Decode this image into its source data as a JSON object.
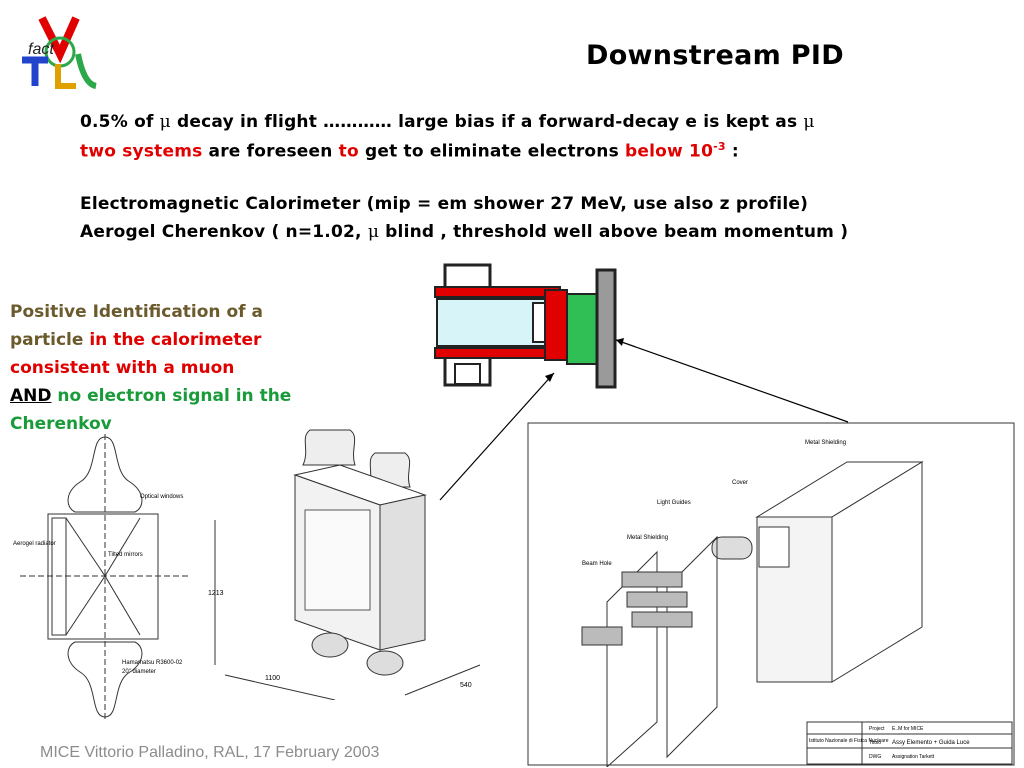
{
  "title": "Downstream PID",
  "logo": {
    "text": "fact"
  },
  "lines": {
    "l1": {
      "a": "0.5% of ",
      "mu": "μ",
      "b": " decay in flight ………… large bias if a forward-decay e is kept as ",
      "mu2": "μ"
    },
    "l2": {
      "a": "two systems",
      "b": " are foreseen ",
      "c": "to",
      "d": " get to eliminate electrons ",
      "e": "below 10",
      "sup": "-3",
      "f": "  :"
    },
    "l3": "Electromagnetic Calorimeter (mip = em shower 27 MeV, use also z profile)",
    "l4": {
      "a": "Aerogel Cherenkov ( n=1.02, ",
      "mu": "μ",
      "b": " blind , threshold well above beam momentum )"
    }
  },
  "side": {
    "p1": "Positive Identification of a particle ",
    "p2": "in the calorimeter consistent with a muon",
    "p3": "AND",
    "p4": " no electron signal in the Cherenkov"
  },
  "drawing_left": {
    "optical_windows": "Optical windows",
    "aerogel_radiator": "Aerogel radiator",
    "tilted_mirrors": "Tilted mirrors",
    "pmt1": "Hamamatsu R3600-02",
    "pmt2": "20\" diameter"
  },
  "drawing_mid": {
    "dim1": "1213",
    "dim2": "1100",
    "dim3": "540"
  },
  "drawing_right": {
    "metal_shielding_top": "Metal Shielding",
    "cover": "Cover",
    "light_guides": "Light Guides",
    "metal_shielding": "Metal Shielding",
    "beam_hole": "Beam Hole",
    "tb_project": "Project",
    "tb_project_val": "E..M for MICE",
    "tb_institute": "Istituto Nazionale di Fisica Nucleare",
    "tb_title": "Titolo",
    "tb_title_val": "Assy Elemento + Guida Luce",
    "tb_dwg": "DWG",
    "tb_dwg_val": "Assignation Tarkett"
  },
  "footer": "MICE Vittorio Palladino,  RAL, 17 February 2003",
  "colors": {
    "red": "#e00000",
    "green": "#1a9b3a",
    "olive": "#6b5a2c",
    "footer": "#8c8c8c"
  }
}
